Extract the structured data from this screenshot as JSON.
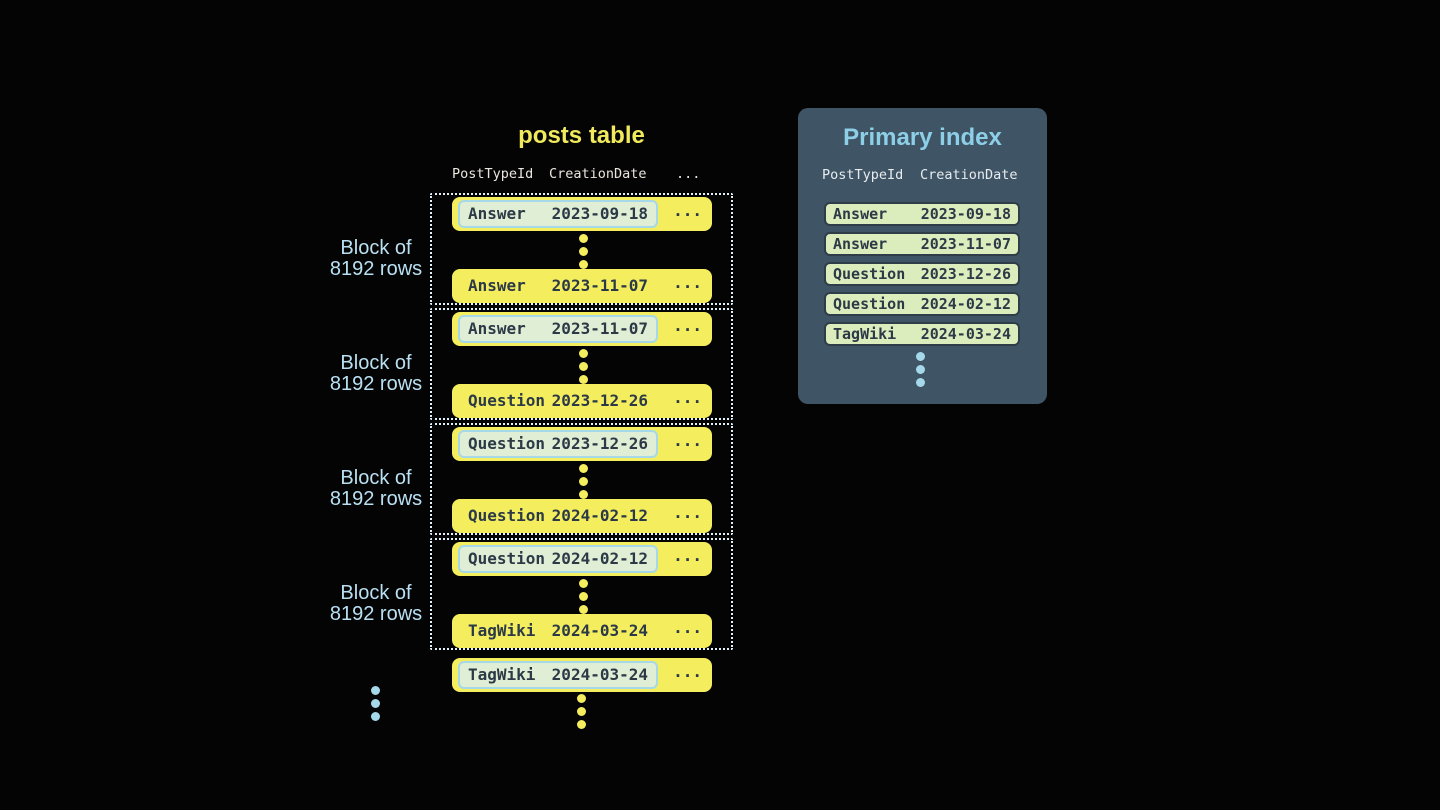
{
  "colors": {
    "background": "#040404",
    "row_yellow": "#f4ee5e",
    "row_text": "#2c3947",
    "highlight_fill": "#dfeed4",
    "highlight_border": "#a5d9ea",
    "block_dotted_border": "#e2f1f8",
    "header_text": "#eae6dd",
    "block_label_blue": "#b9e0f2",
    "panel_background": "#3f5565",
    "panel_title_blue": "#8ecfe8",
    "index_row_fill": "#dcedbd",
    "index_row_border": "#2e3d48",
    "blue_dot": "#a5d9ea"
  },
  "posts_table": {
    "title": "posts table",
    "columns": [
      "PostTypeId",
      "CreationDate",
      "..."
    ],
    "blocks": [
      {
        "label_line1": "Block of",
        "label_line2": "8192 rows",
        "first_row": {
          "type": "Answer",
          "date": "2023-09-18",
          "more": "...",
          "highlighted": true
        },
        "last_row": {
          "type": "Answer",
          "date": "2023-11-07",
          "more": "...",
          "highlighted": false
        }
      },
      {
        "label_line1": "Block of",
        "label_line2": "8192 rows",
        "first_row": {
          "type": "Answer",
          "date": "2023-11-07",
          "more": "...",
          "highlighted": true
        },
        "last_row": {
          "type": "Question",
          "date": "2023-12-26",
          "more": "...",
          "highlighted": false
        }
      },
      {
        "label_line1": "Block of",
        "label_line2": "8192 rows",
        "first_row": {
          "type": "Question",
          "date": "2023-12-26",
          "more": "...",
          "highlighted": true
        },
        "last_row": {
          "type": "Question",
          "date": "2024-02-12",
          "more": "...",
          "highlighted": false
        }
      },
      {
        "label_line1": "Block of",
        "label_line2": "8192 rows",
        "first_row": {
          "type": "Question",
          "date": "2024-02-12",
          "more": "...",
          "highlighted": true
        },
        "last_row": {
          "type": "TagWiki",
          "date": "2024-03-24",
          "more": "...",
          "highlighted": false
        }
      }
    ],
    "overflow_row": {
      "type": "TagWiki",
      "date": "2024-03-24",
      "more": "...",
      "highlighted": true
    }
  },
  "primary_index": {
    "title": "Primary index",
    "columns": [
      "PostTypeId",
      "CreationDate"
    ],
    "rows": [
      {
        "type": "Answer",
        "date": "2023-09-18"
      },
      {
        "type": "Answer",
        "date": "2023-11-07"
      },
      {
        "type": "Question",
        "date": "2023-12-26"
      },
      {
        "type": "Question",
        "date": "2024-02-12"
      },
      {
        "type": "TagWiki",
        "date": "2024-03-24"
      }
    ]
  }
}
